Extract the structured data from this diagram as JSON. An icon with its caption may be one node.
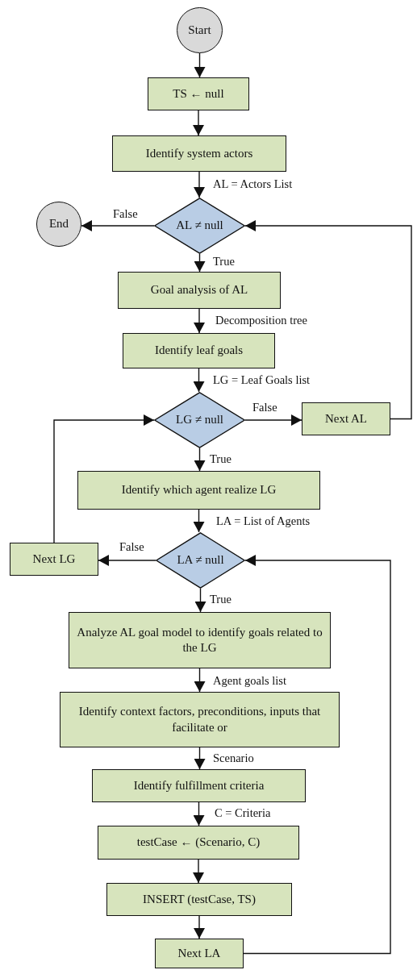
{
  "diagram": {
    "nodes": [
      {
        "text": [
          "Start"
        ]
      },
      {
        "text": [
          "TS ← null"
        ]
      },
      {
        "text": [
          "Identify system actors"
        ]
      },
      {
        "text": [
          "AL ≠ null"
        ]
      },
      {
        "text": [
          "End"
        ]
      },
      {
        "text": [
          "Goal analysis of AL"
        ]
      },
      {
        "text": [
          "Identify leaf goals"
        ]
      },
      {
        "text": [
          "LG ≠ null"
        ]
      },
      {
        "text": [
          "Next AL"
        ]
      },
      {
        "text": [
          "Identify which agent realize LG"
        ]
      },
      {
        "text": [
          "LA ≠ null"
        ]
      },
      {
        "text": [
          "Next LG"
        ]
      },
      {
        "text": [
          "Analyze AL goal model to identify goals related to the LG"
        ]
      },
      {
        "text": [
          "Identify context factors, preconditions, inputs that facilitate or"
        ]
      },
      {
        "text": [
          "Identify fulfillment criteria"
        ]
      },
      {
        "text": [
          "testCase ← (Scenario, C)"
        ]
      },
      {
        "text": [
          "INSERT (testCase, TS)"
        ]
      },
      {
        "text": [
          "Next LA"
        ]
      }
    ],
    "edges": [
      {
        "from": 0,
        "to": 1,
        "arrow": "to"
      },
      {
        "from": 1,
        "to": 2,
        "arrow": "to"
      },
      {
        "from": 2,
        "to": 3,
        "arrow": "to",
        "label": "AL = Actors List"
      },
      {
        "from": 3,
        "to": 4,
        "arrow": "to",
        "label": "False"
      },
      {
        "from": 3,
        "to": 5,
        "arrow": "to",
        "label": "True"
      },
      {
        "from": 5,
        "to": 6,
        "arrow": "to",
        "label": "Decomposition tree"
      },
      {
        "from": 6,
        "to": 7,
        "arrow": "to",
        "label": "LG = Leaf Goals list"
      },
      {
        "from": 7,
        "to": 8,
        "arrow": "to",
        "label": "False"
      },
      {
        "from": 7,
        "to": 9,
        "arrow": "to",
        "label": "True"
      },
      {
        "from": 9,
        "to": 10,
        "arrow": "to",
        "label": "LA = List of Agents"
      },
      {
        "from": 10,
        "to": 11,
        "arrow": "to",
        "label": "False"
      },
      {
        "from": 10,
        "to": 12,
        "arrow": "to",
        "label": "True"
      },
      {
        "from": 12,
        "to": 13,
        "arrow": "to",
        "label": "Agent goals list"
      },
      {
        "from": 13,
        "to": 14,
        "arrow": "to",
        "label": "Scenario"
      },
      {
        "from": 14,
        "to": 15,
        "arrow": "to",
        "label": "C = Criteria"
      },
      {
        "from": 15,
        "to": 16,
        "arrow": "to"
      },
      {
        "from": 16,
        "to": 17,
        "arrow": "to"
      },
      {
        "from": 17,
        "to": 10,
        "arrow": "to"
      },
      {
        "from": 11,
        "to": 7,
        "arrow": "to"
      },
      {
        "from": 8,
        "to": 3,
        "arrow": "to"
      }
    ]
  }
}
